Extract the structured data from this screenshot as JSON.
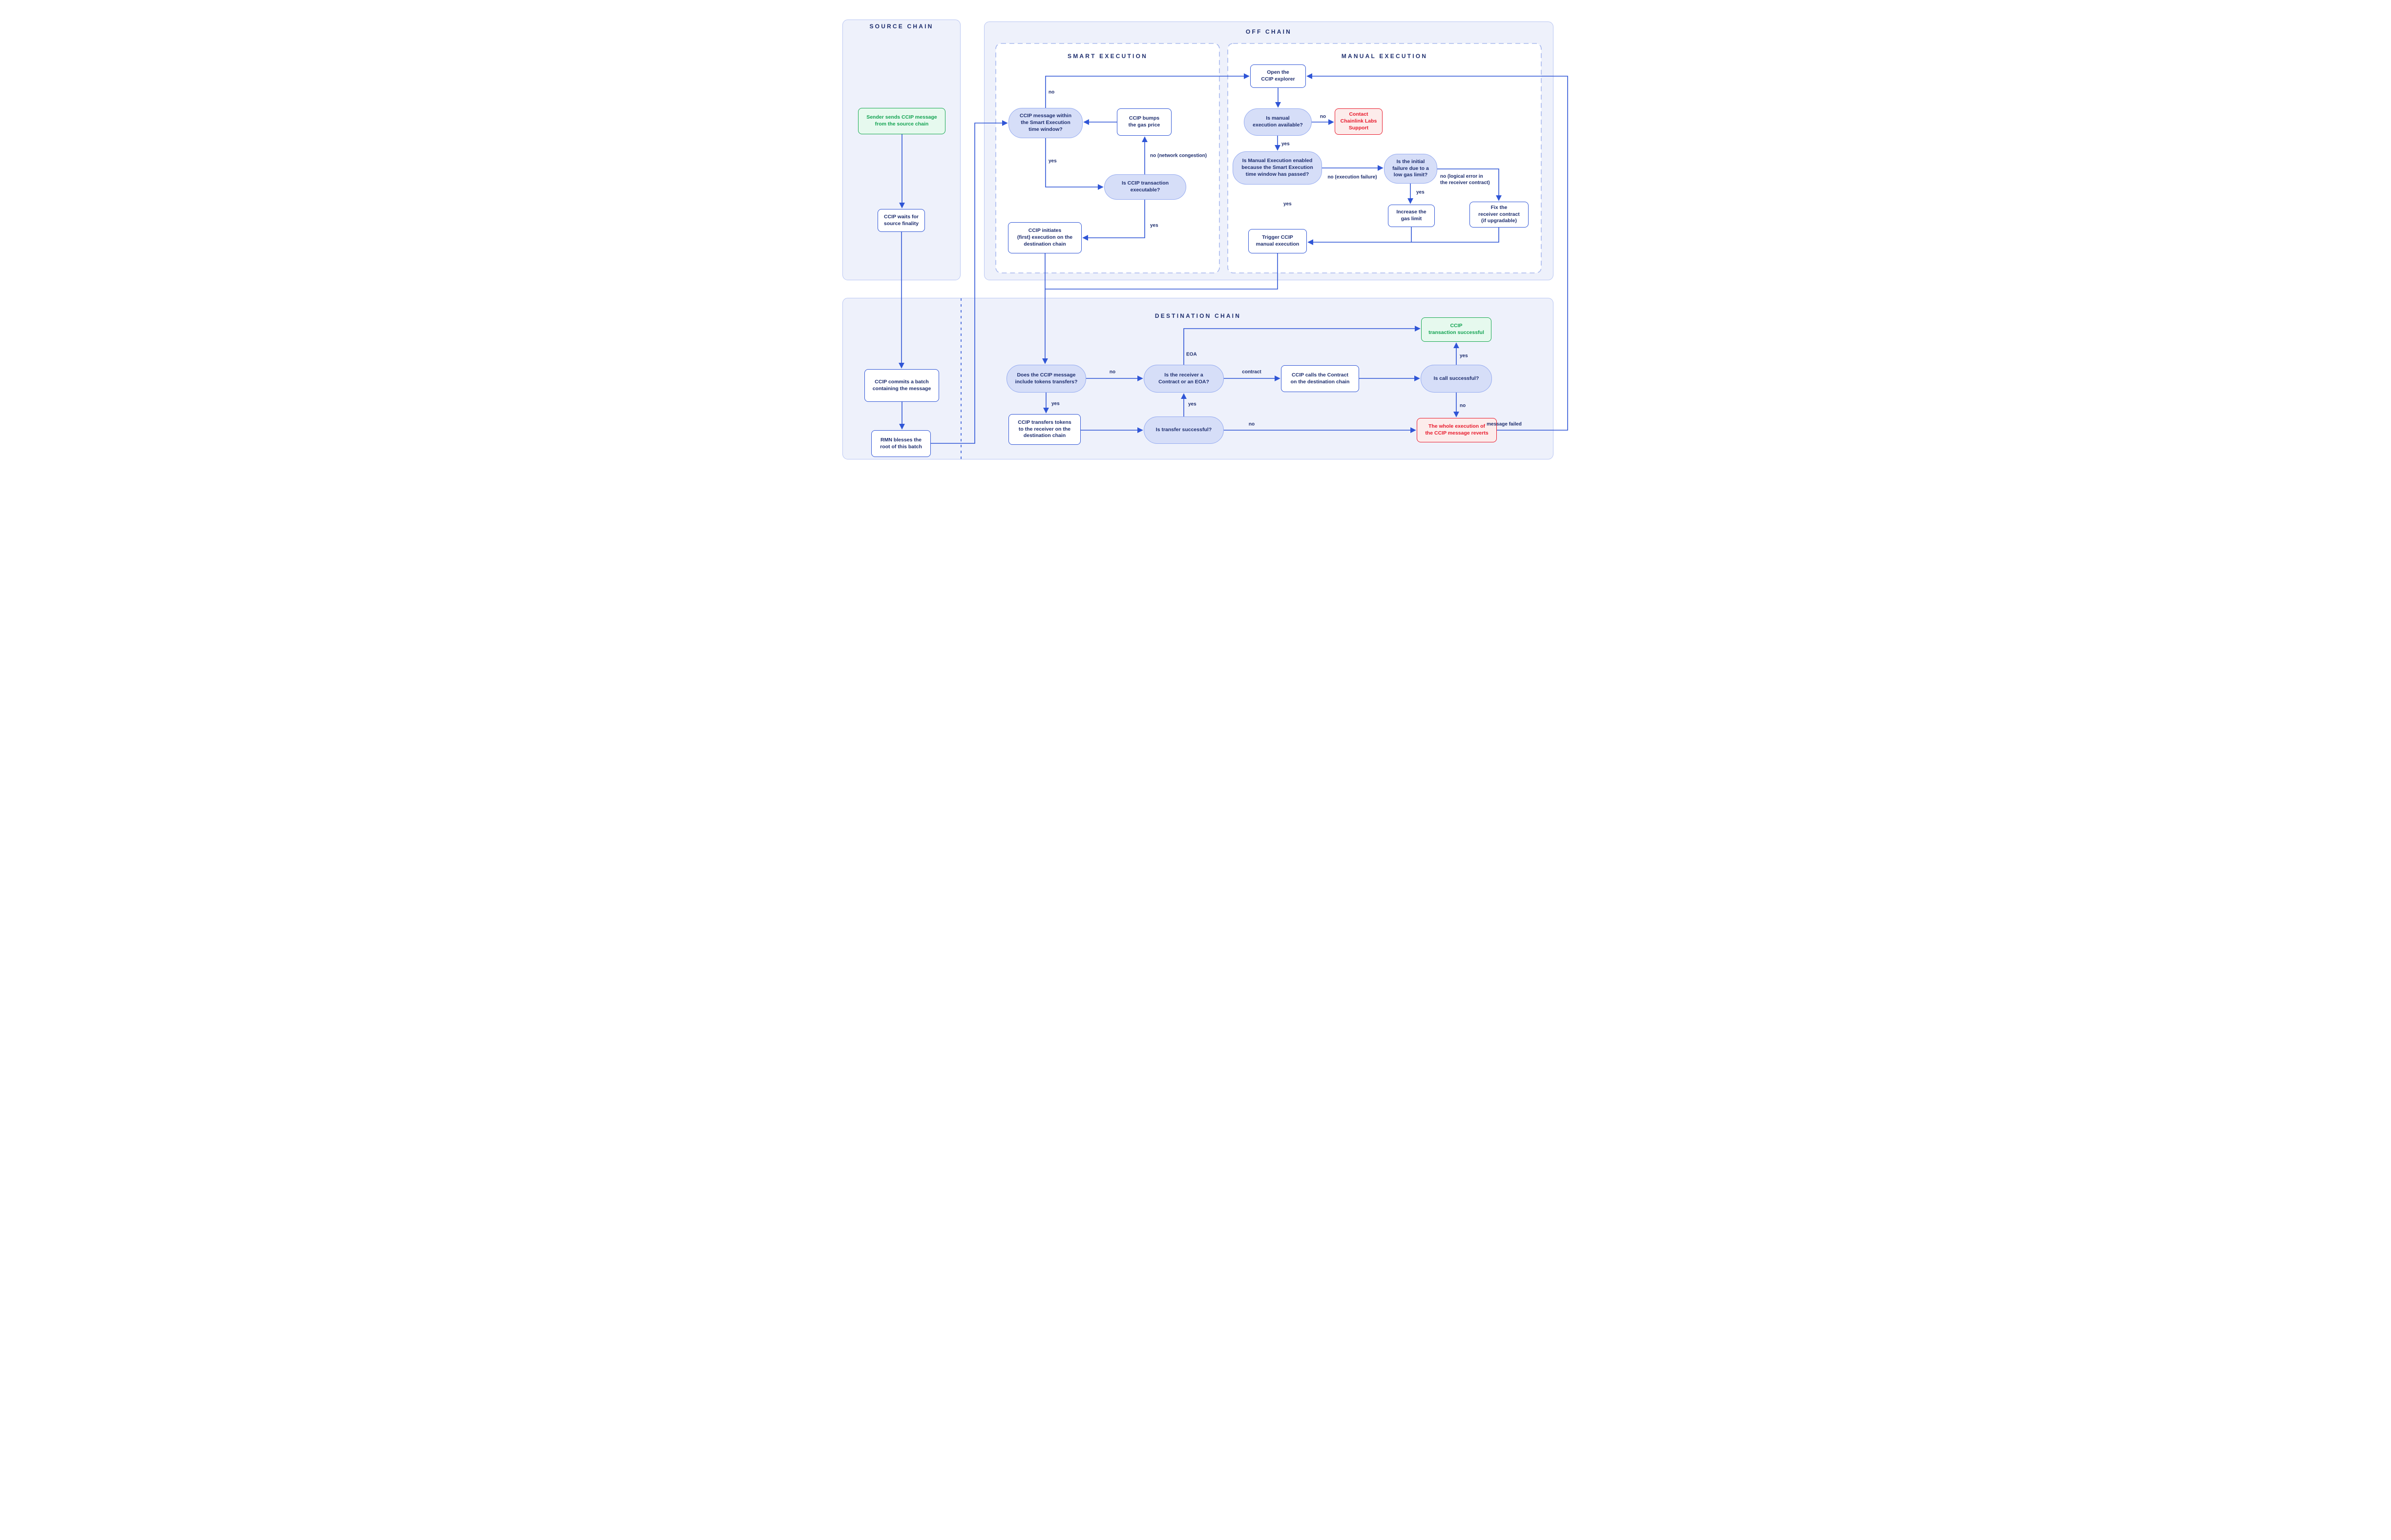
{
  "sections": {
    "source": "SOURCE CHAIN",
    "off": "OFF CHAIN",
    "smart": "SMART EXECUTION",
    "manual": "MANUAL EXECUTION",
    "destination": "DESTINATION CHAIN"
  },
  "nodes": {
    "sender": "Sender sends CCIP message\nfrom the source chain",
    "waits": "CCIP waits for\nsource finality",
    "commits": "CCIP commits a batch\ncontaining the message",
    "rmn": "RMN blesses the\nroot of this batch",
    "entry": "CCIP message within\nthe Smart Execution\ntime window?",
    "bumps": "CCIP bumps\nthe gas price",
    "executable": "Is CCIP transaction\nexecutable?",
    "initiates": "CCIP initiates\n(first) execution on the\ndestination chain",
    "explorer": "Open the\nCCIP explorer",
    "available": "Is manual\nexecution available?",
    "contact": "Contact\nChainlink Labs\nSupport",
    "enabled": "Is Manual Execution enabled\nbecause the Smart Execution\ntime window has passed?",
    "gas_limit": "Is the initial\nfailure due to a\nlow gas limit?",
    "increase": "Increase the\ngas limit",
    "fix": "Fix the\nreceiver contract\n(if upgradable)",
    "trigger": "Trigger CCIP\nmanual execution",
    "does_tokens": "Does the CCIP message\ninclude tokens transfers?",
    "transfers": "CCIP transfers tokens\nto the receiver on the\ndestination chain",
    "receiver": "Is the receiver a\nContract or an EOA?",
    "is_transfer": "Is transfer successful?",
    "calls": "CCIP calls the Contract\non the destination chain",
    "success": "CCIP\ntransaction successful",
    "is_call": "Is call successful?",
    "reverts": "The whole execution of\nthe CCIP message reverts"
  },
  "labels": {
    "yes": "yes",
    "no": "no",
    "no_congestion": "no (network congestion)",
    "no_exec_failure": "no (execution failure)",
    "no_logical": "no (logical error in\nthe receiver contract)",
    "eoa": "EOA",
    "contract": "contract",
    "message_failed": "message failed"
  },
  "theme": {
    "accent": "#2f55d6",
    "navy": "#1e2e6e",
    "pill-fill": "#d6def8",
    "pill-border": "#94aaf0",
    "panel-fill": "#eef1fb",
    "panel-border": "#b9c6f3",
    "dash": "#a7b8ee",
    "green": "#18a850",
    "green-fill": "#e6f9ee",
    "green-text": "#13a352",
    "red": "#e8192b",
    "red-fill": "#fceceb"
  }
}
